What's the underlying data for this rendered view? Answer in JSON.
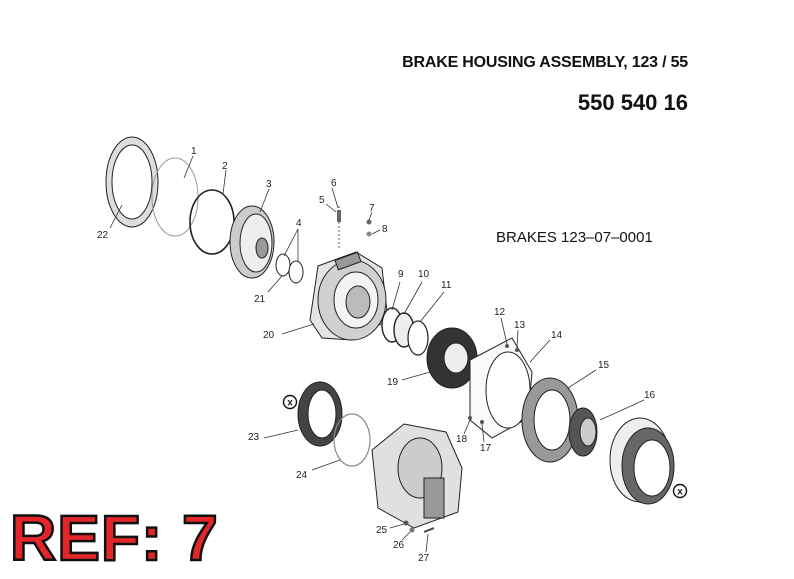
{
  "header": {
    "title": "BRAKE HOUSING ASSEMBLY, 123 / 55",
    "part_number": "550 540 16"
  },
  "subheader": {
    "reference": "BRAKES 123–07–0001"
  },
  "ref_badge": {
    "text": "REF: 7",
    "color": "#e3262a"
  },
  "callouts": {
    "c1": "1",
    "c2": "2",
    "c3": "3",
    "c4": "4",
    "c5": "5",
    "c6": "6",
    "c7": "7",
    "c8": "8",
    "c9": "9",
    "c10": "10",
    "c11": "11",
    "c12": "12",
    "c13": "13",
    "c14": "14",
    "c15": "15",
    "c16": "16",
    "c17": "17",
    "c18": "18",
    "c19": "19",
    "c20": "20",
    "c21": "21",
    "c22": "22",
    "c23": "23",
    "c24": "24",
    "c25": "25",
    "c26": "26",
    "c27": "27"
  },
  "markers": {
    "x_left": "x",
    "x_right": "x"
  }
}
